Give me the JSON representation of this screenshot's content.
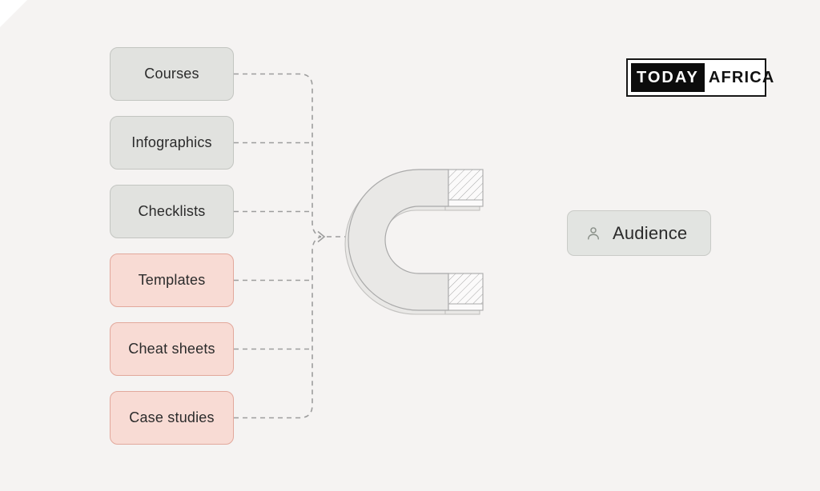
{
  "background_color": "#f5f3f2",
  "lead_magnets": [
    {
      "label": "Courses",
      "variant": "gray"
    },
    {
      "label": "Infographics",
      "variant": "gray"
    },
    {
      "label": "Checklists",
      "variant": "gray"
    },
    {
      "label": "Templates",
      "variant": "pink"
    },
    {
      "label": "Cheat sheets",
      "variant": "pink"
    },
    {
      "label": "Case studies",
      "variant": "pink"
    }
  ],
  "magnet": {
    "icon": "magnet-icon"
  },
  "audience": {
    "label": "Audience",
    "icon": "person-icon"
  },
  "logo": {
    "left_text": "TODAY",
    "right_text": "AFRICA"
  },
  "colors": {
    "page_bg": "#f5f3f2",
    "gray_node_bg": "#e1e2df",
    "gray_node_border": "#c3c5c1",
    "pink_node_bg": "#f8dbd4",
    "pink_node_border": "#e2a89c",
    "node_text": "#2b2b2b",
    "connector": "#9d9d9d",
    "magnet_fill": "#e9e8e6",
    "magnet_stroke": "#a9a9a9",
    "audience_bg": "#e2e4e1",
    "audience_border": "#c9cbc7",
    "logo_black": "#0c0c0c"
  }
}
